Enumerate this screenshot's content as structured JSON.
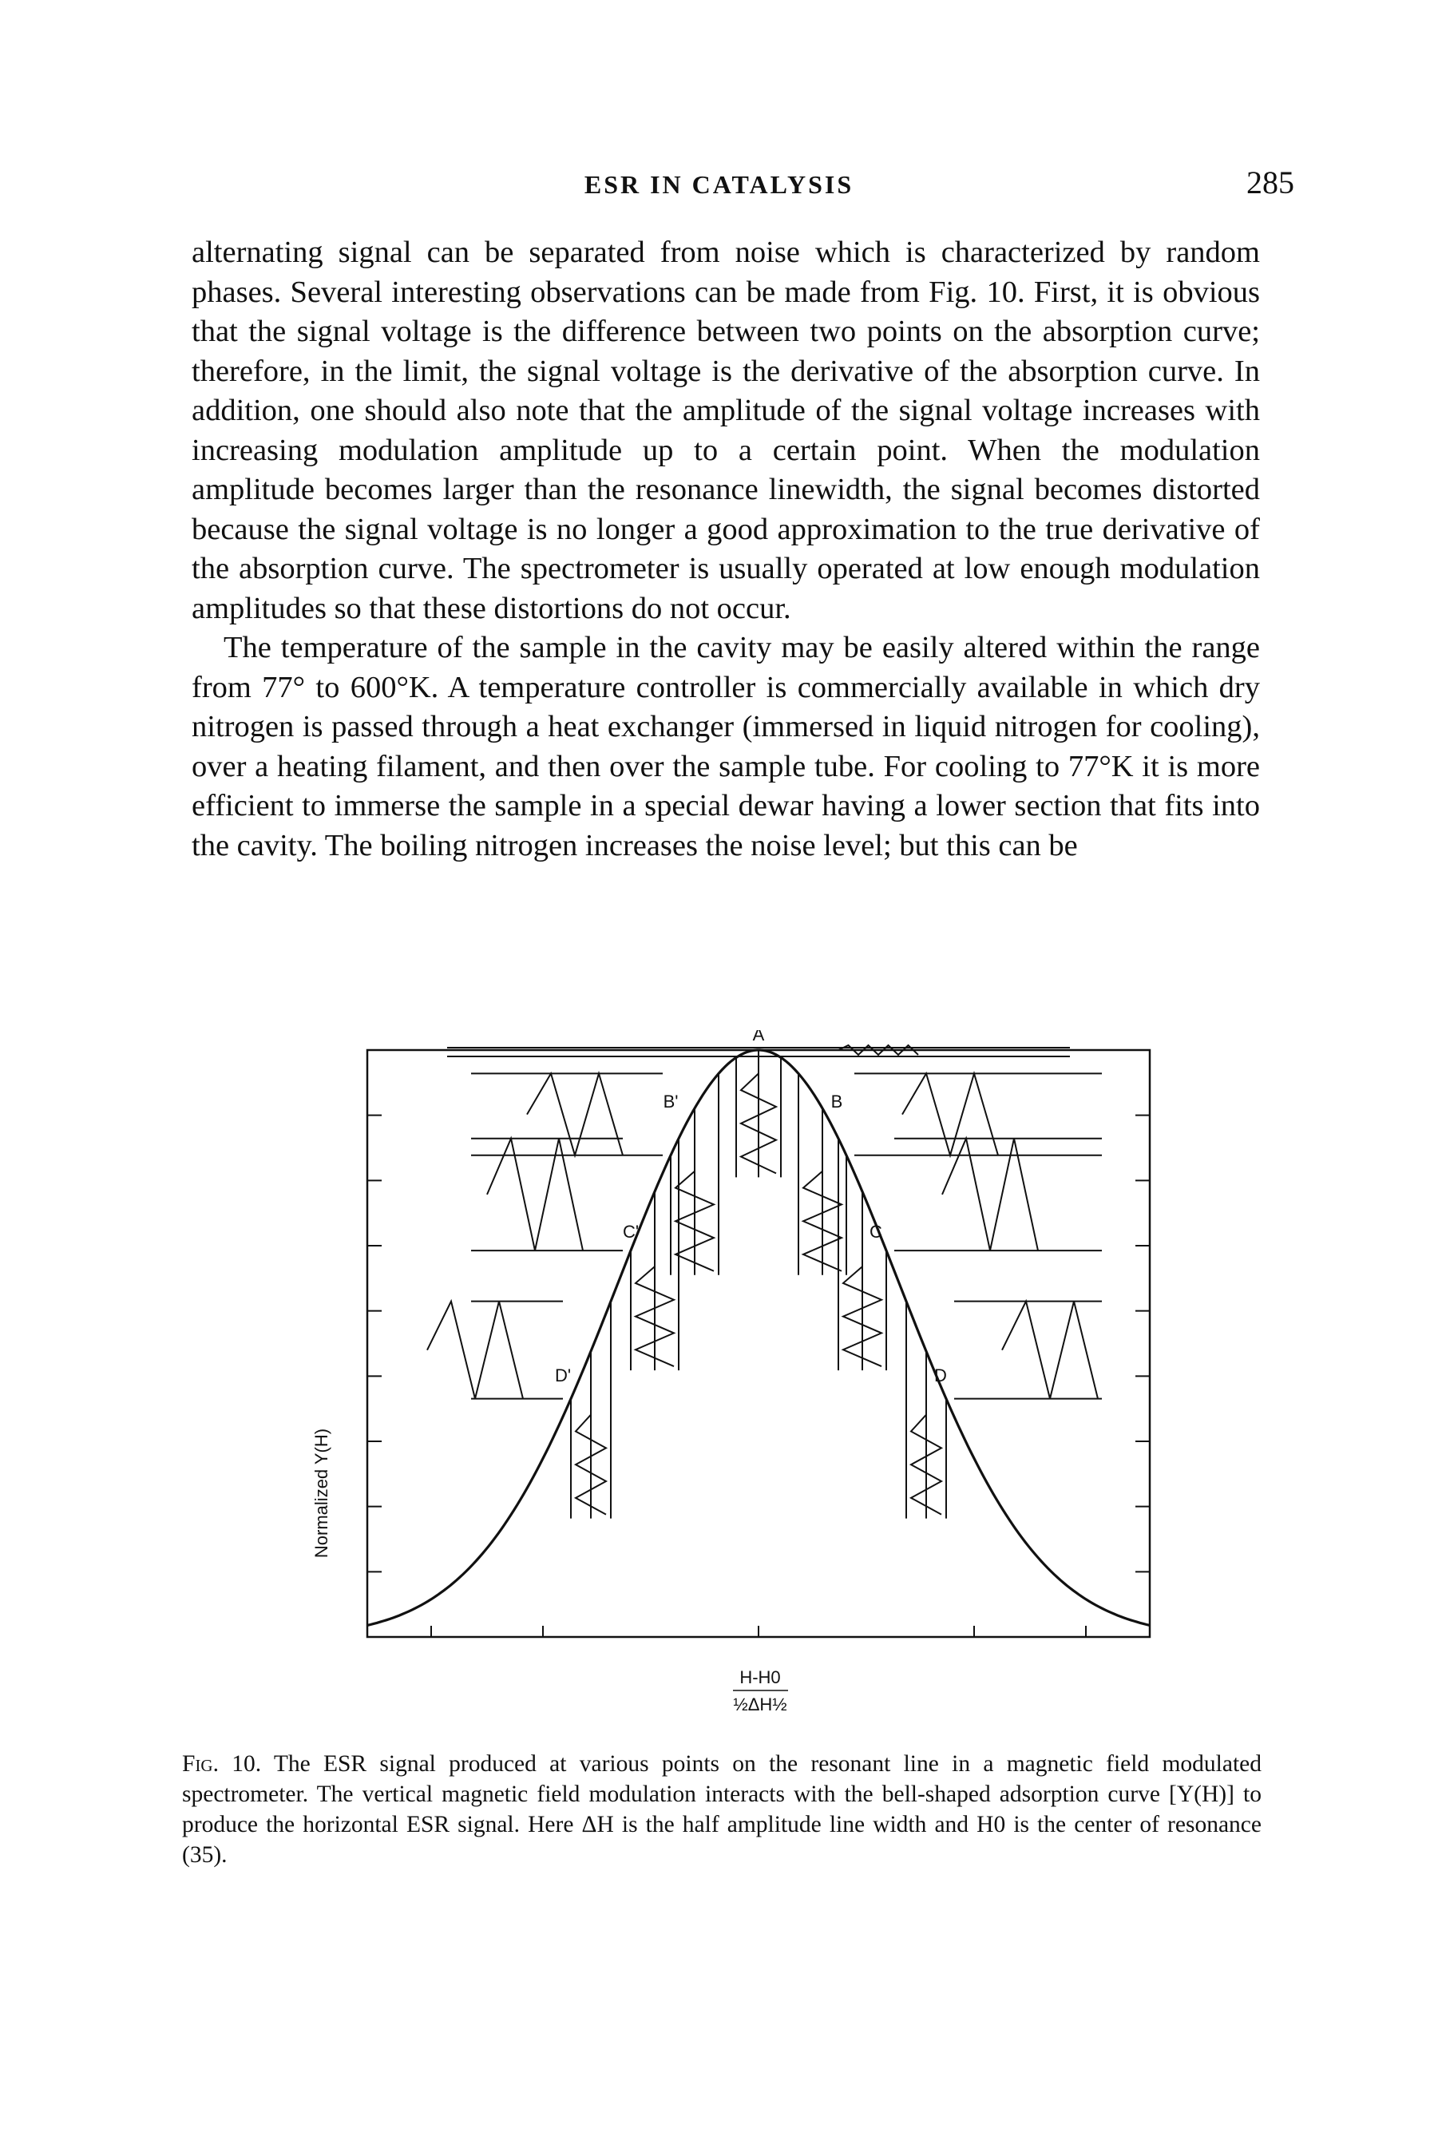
{
  "header": {
    "running_title": "ESR IN CATALYSIS",
    "page_number": "285"
  },
  "body": {
    "paragraph_1": "alternating signal can be separated from noise which is characterized by random phases. Several interesting observations can be made from Fig. 10. First, it is obvious that the signal voltage is the difference between two points on the absorption curve; therefore, in the limit, the signal voltage is the derivative of the absorption curve. In addition, one should also note that the amplitude of the signal voltage increases with increasing modulation amplitude up to a certain point. When the modulation amplitude becomes larger than the resonance linewidth, the signal becomes distorted because the signal voltage is no longer a good approximation to the true derivative of the absorption curve. The spectrometer is usually operated at low enough modulation amplitudes so that these distortions do not occur.",
    "paragraph_2": "The temperature of the sample in the cavity may be easily altered within the range from 77° to 600°K. A temperature controller is commercially available in which dry nitrogen is passed through a heat exchanger (immersed in liquid nitrogen for cooling), over a heating filament, and then over the sample tube. For cooling to 77°K it is more efficient to immerse the sample in a special dewar having a lower section that fits into the cavity. The boiling nitrogen increases the noise level; but this can be"
  },
  "figure": {
    "y_axis_label": "Normalized Y(H)",
    "x_axis_numerator": "H-H0",
    "x_axis_denominator": "½ΔH½",
    "point_labels": {
      "A": "A",
      "B": "B",
      "B_prime": "B'",
      "C": "C",
      "C_prime": "C'",
      "D": "D",
      "D_prime": "D'"
    }
  },
  "caption": {
    "label": "Fig. 10.",
    "text": "The ESR signal produced at various points on the resonant line in a magnetic field modulated spectrometer. The vertical magnetic field modulation interacts with the bell-shaped adsorption curve [Y(H)] to produce the horizontal ESR signal. Here ΔH is the half amplitude line width and H0 is the center of resonance (35)."
  }
}
